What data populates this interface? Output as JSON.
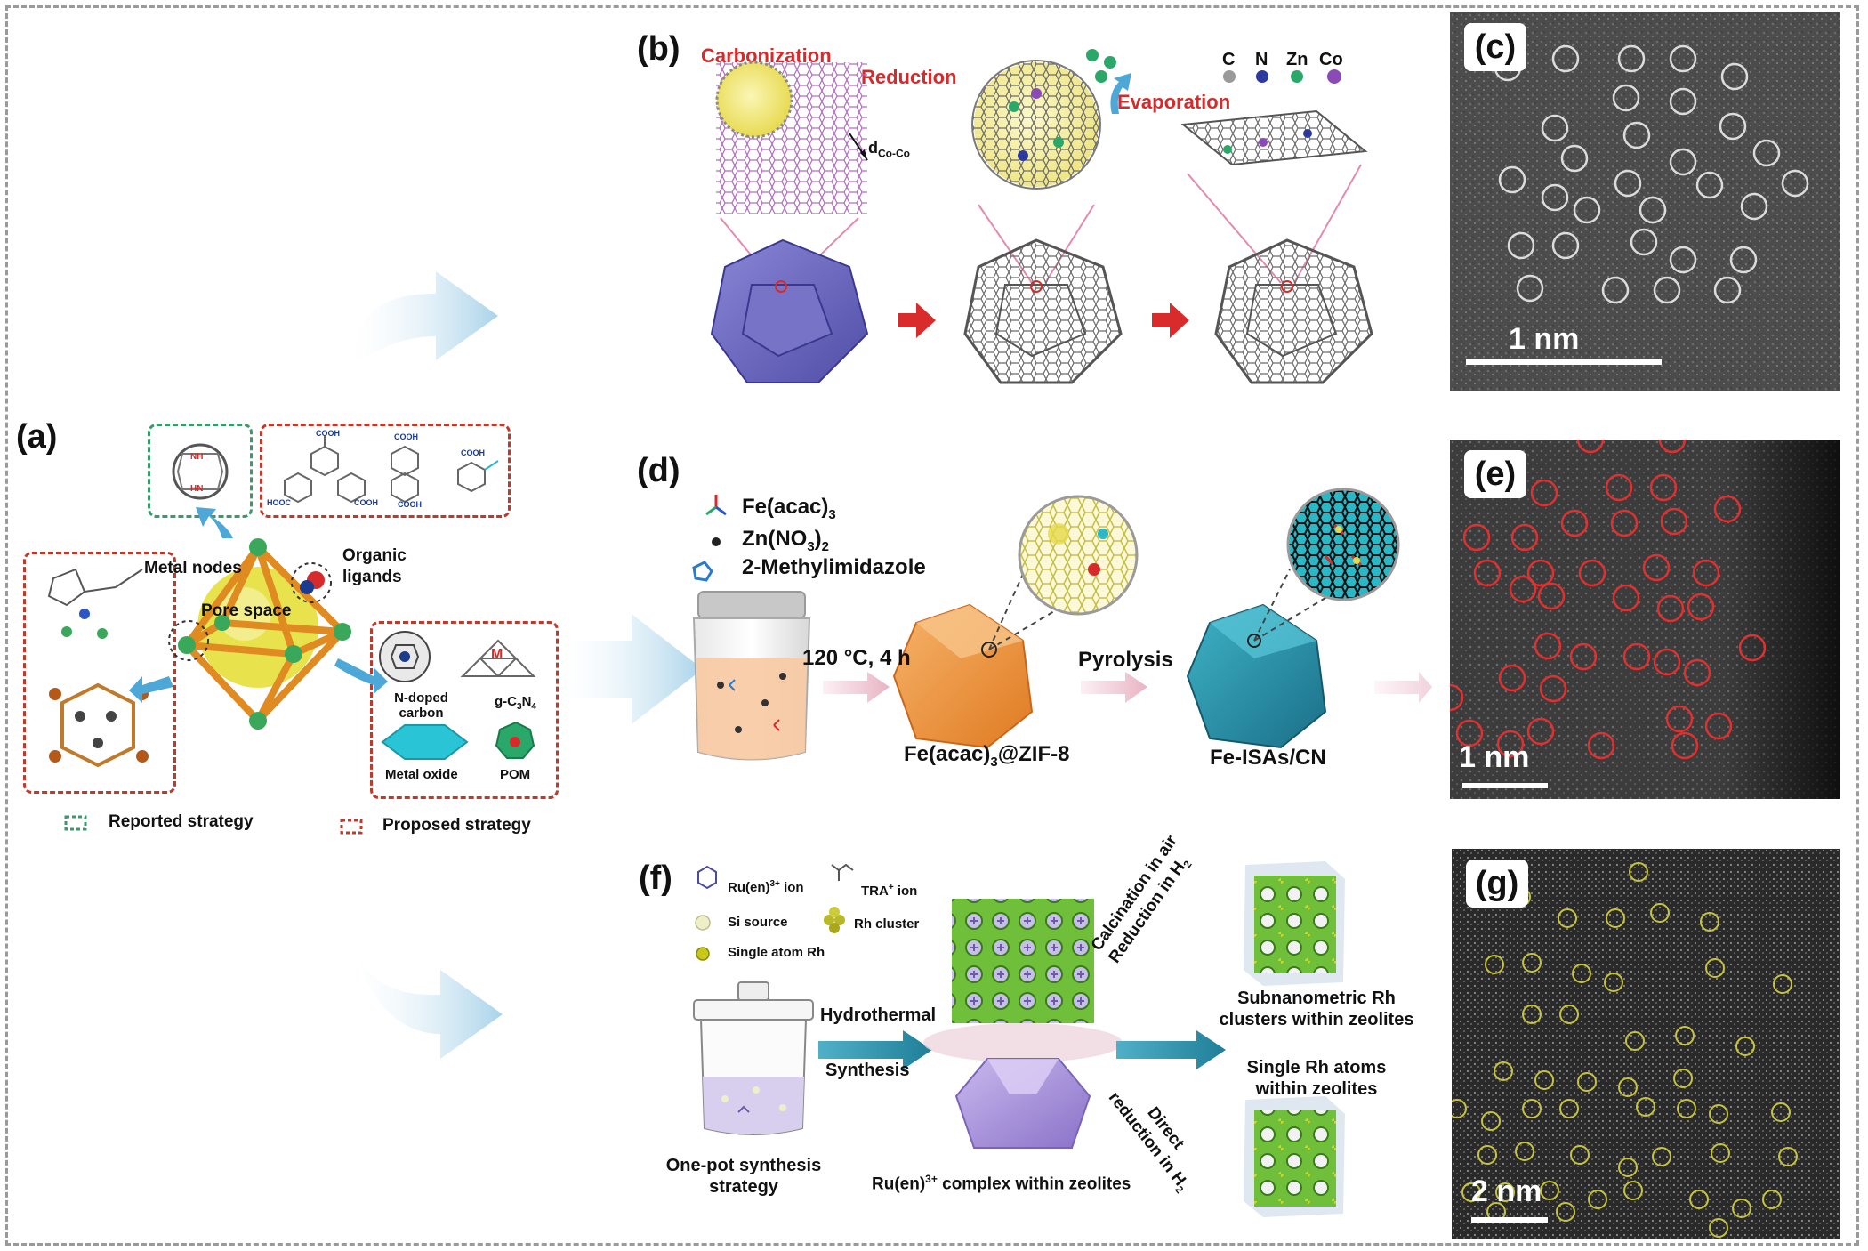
{
  "colors": {
    "red_label": "#d72a2a",
    "reported_box": "#3a9a6a",
    "proposed_box": "#c0392b",
    "arrow_blue": "#a9d3ea",
    "teal_arrow": "#2b8fa8"
  },
  "panel_a": {
    "letter": "(a)",
    "metal_nodes": "Metal nodes",
    "organic_ligands": "Organic ligands",
    "pore_space": "Pore space",
    "cooh": "COOH",
    "hooc": "HOOC",
    "n_doped_carbon": "N-doped carbon",
    "g_c3n4": "g-C",
    "g_c3n4_sub1": "3",
    "g_c3n4_n": "N",
    "g_c3n4_sub2": "4",
    "m_label": "M",
    "metal_oxide": "Metal oxide",
    "pom": "POM",
    "reported_strategy": "Reported strategy",
    "proposed_strategy": "Proposed strategy"
  },
  "panel_b": {
    "letter": "(b)",
    "carbonization": "Carbonization",
    "reduction": "Reduction",
    "evaporation": "Evaporation",
    "d_label": "d",
    "d_sub": "Co-Co",
    "legend": [
      "C",
      "N",
      "Zn",
      "Co"
    ]
  },
  "panel_c": {
    "letter": "(c)",
    "scale": "1 nm"
  },
  "panel_d": {
    "letter": "(d)",
    "fe_acac": "Fe(acac)",
    "fe_acac_sub": "3",
    "zn_no3": "Zn(NO",
    "zn_no3_sub1": "3",
    "zn_no3_close": ")",
    "zn_no3_sub2": "2",
    "methylimidazole": "2-Methylimidazole",
    "condition": "120 °C, 4 h",
    "pyrolysis": "Pyrolysis",
    "fe_acac_zif": "Fe(acac)",
    "fe_acac_zif_sub": "3",
    "fe_acac_zif_rest": "@ZIF-8",
    "fe_isas": "Fe-ISAs/CN"
  },
  "panel_e": {
    "letter": "(e)",
    "scale": "1 nm"
  },
  "panel_f": {
    "letter": "(f)",
    "ru_ion": "Ru(en)",
    "ru_ion_sup": "3+",
    "ru_ion_rest": " ion",
    "tra_ion": "TRA",
    "tra_sup": "+",
    "tra_rest": " ion",
    "si_source": "Si source",
    "rh_cluster": "Rh cluster",
    "single_atom_rh": "Single atom Rh",
    "hydrothermal": "Hydrothermal",
    "synthesis": "Synthesis",
    "one_pot": "One-pot synthesis",
    "strategy": "strategy",
    "ru_complex": "Ru(en)",
    "ru_complex_sup": "3+",
    "ru_complex_rest": " complex within zeolites",
    "calcination": "Calcination in air",
    "reduction_h2": "Reduction in H",
    "reduction_h2_sub": "2",
    "direct": "Direct",
    "direct_reduction": "reduction in H",
    "direct_reduction_sub": "2",
    "subnano_1": "Subnanometric Rh",
    "subnano_2": "clusters within zeolites",
    "single_rh_1": "Single Rh atoms",
    "single_rh_2": "within zeolites"
  },
  "panel_g": {
    "letter": "(g)",
    "scale": "2 nm"
  }
}
